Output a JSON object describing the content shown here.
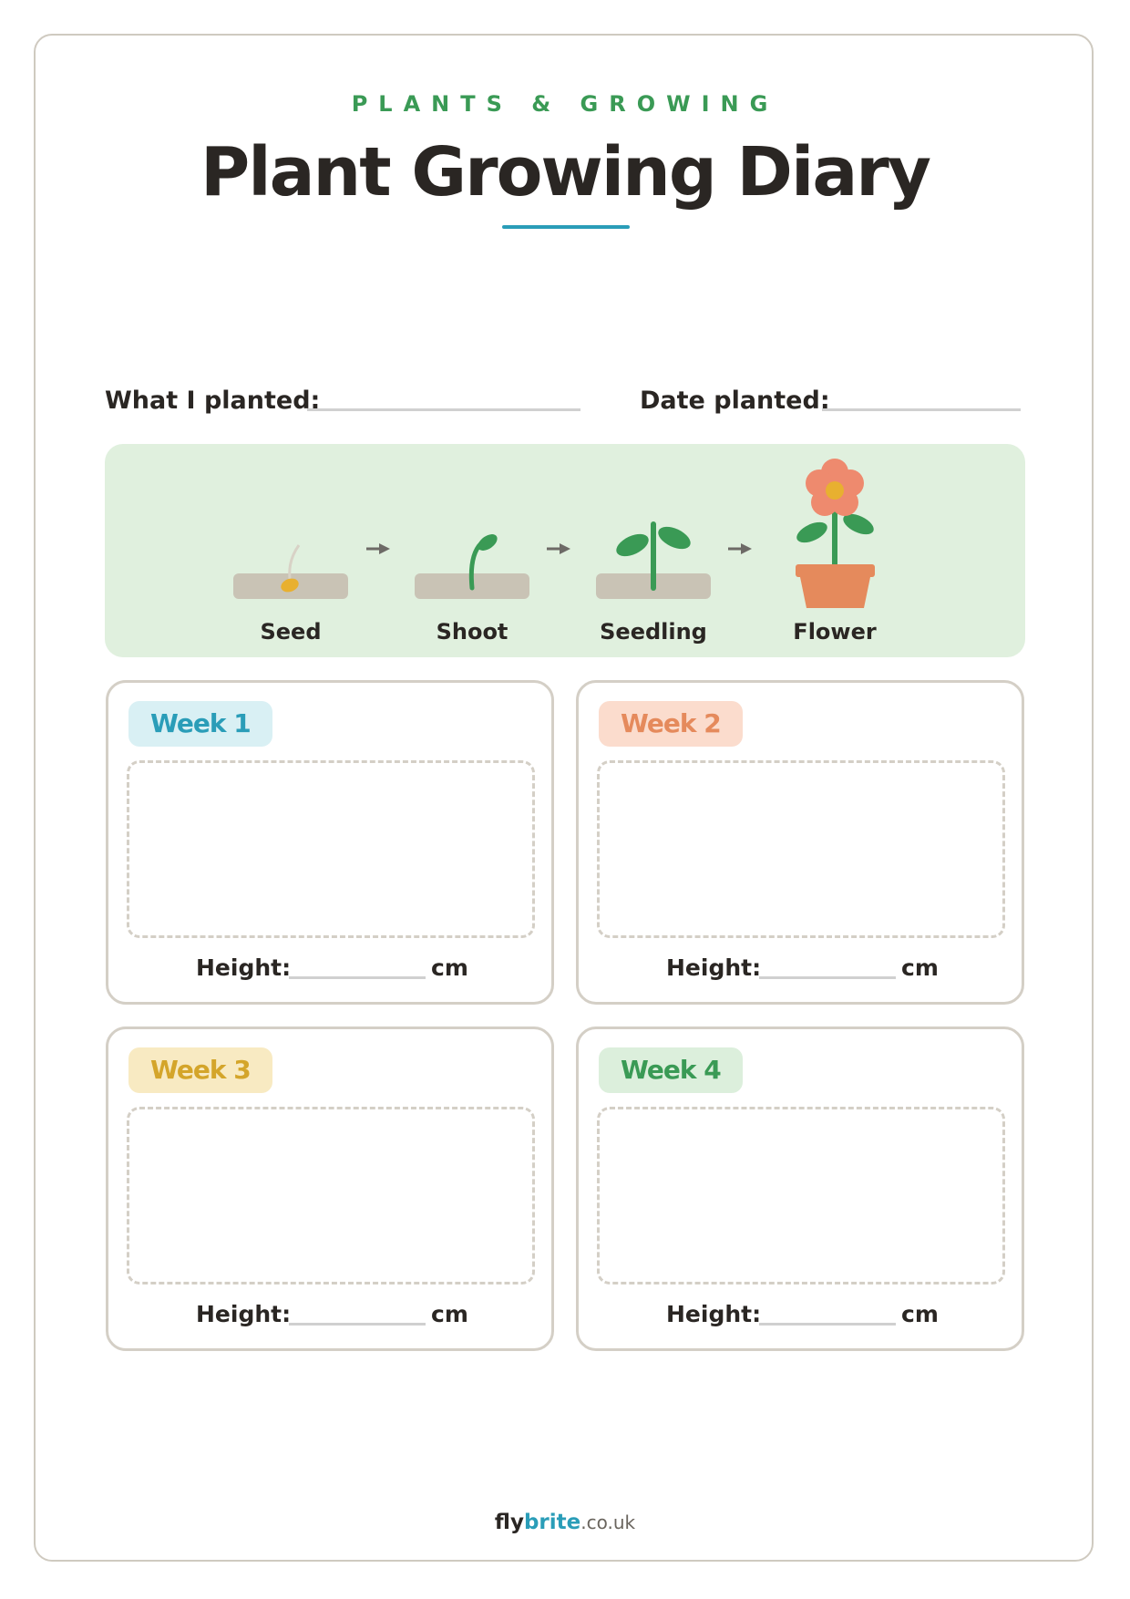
{
  "header": {
    "eyebrow": "PLANTS & GROWING",
    "title": "Plant Growing Diary"
  },
  "fields": {
    "planted_label": "What I planted:",
    "date_label": "Date planted:"
  },
  "stages": [
    {
      "label": "Seed",
      "icon": "seed-icon"
    },
    {
      "label": "Shoot",
      "icon": "shoot-icon"
    },
    {
      "label": "Seedling",
      "icon": "seedling-icon"
    },
    {
      "label": "Flower",
      "icon": "flower-pot-icon"
    }
  ],
  "weeks": [
    {
      "label": "Week 1",
      "height_label": "Height:",
      "unit": "cm",
      "pill_bg": "#d9f0f4",
      "pill_fg": "#2a9db8"
    },
    {
      "label": "Week 2",
      "height_label": "Height:",
      "unit": "cm",
      "pill_bg": "#fbdccd",
      "pill_fg": "#e58a5c"
    },
    {
      "label": "Week 3",
      "height_label": "Height:",
      "unit": "cm",
      "pill_bg": "#f8eac2",
      "pill_fg": "#d4a52a"
    },
    {
      "label": "Week 4",
      "height_label": "Height:",
      "unit": "cm",
      "pill_bg": "#dcefdc",
      "pill_fg": "#3a9a55"
    }
  ],
  "footer": {
    "brand_a": "fly",
    "brand_b": "brite",
    "brand_c": ".co.uk"
  },
  "colors": {
    "accent_green": "#3a9a55",
    "accent_teal": "#2a9db8",
    "stage_panel": "#e0f0de",
    "soil": "#c9c3b5",
    "petal": "#ee8a6e",
    "pot": "#e58a5c"
  }
}
